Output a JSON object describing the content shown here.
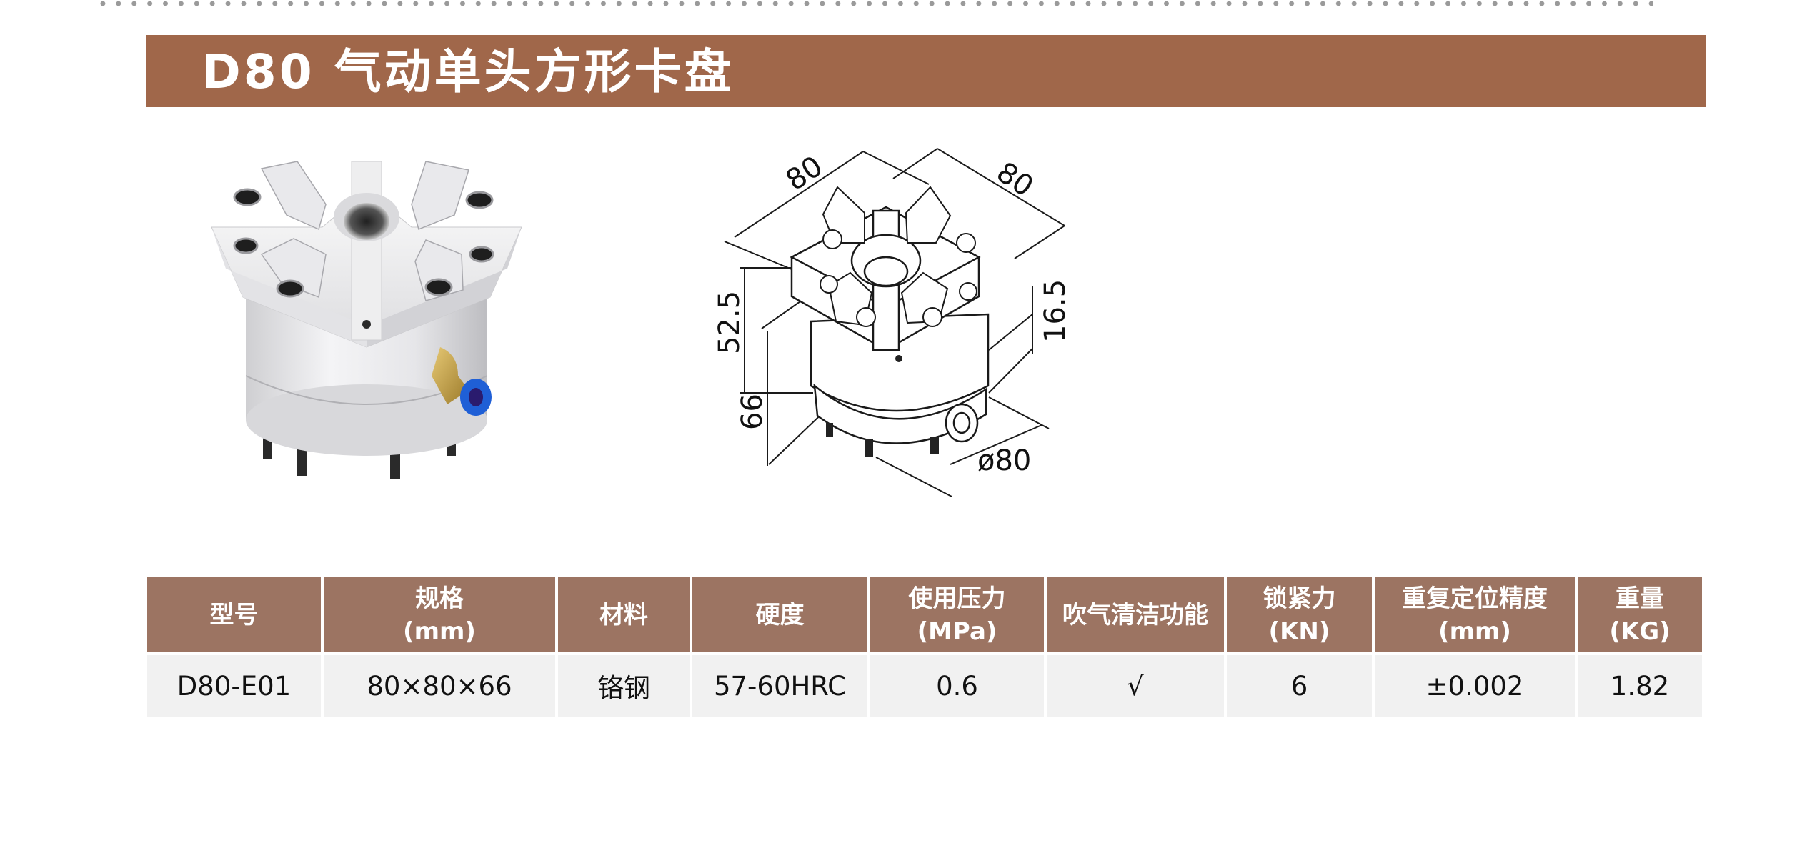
{
  "header": {
    "title": "D80  气动单头方形卡盘",
    "band_color": "#A0674A"
  },
  "images": {
    "photo": {
      "name": "product-photo",
      "alt": "D80 pneumatic single-head square chuck (photo)"
    },
    "drawing": {
      "name": "dimension-drawing",
      "dimensions": {
        "width_left": "80",
        "width_right": "80",
        "height_total": "52.5",
        "height_body": "66",
        "flange_height": "16.5",
        "diameter": "ø80"
      }
    }
  },
  "table": {
    "header_color": "#9C7462",
    "columns": [
      {
        "line1": "型号",
        "line2": ""
      },
      {
        "line1": "规格",
        "line2": "(mm)"
      },
      {
        "line1": "材料",
        "line2": ""
      },
      {
        "line1": "硬度",
        "line2": ""
      },
      {
        "line1": "使用压力",
        "line2": "(MPa)"
      },
      {
        "line1": "吹气清洁功能",
        "line2": ""
      },
      {
        "line1": "锁紧力",
        "line2": "(KN)"
      },
      {
        "line1": "重复定位精度",
        "line2": "(mm)"
      },
      {
        "line1": "重量",
        "line2": "(KG)"
      }
    ],
    "rows": [
      [
        "D80-E01",
        "80×80×66",
        "铬钢",
        "57-60HRC",
        "0.6",
        "√",
        "6",
        "±0.002",
        "1.82"
      ]
    ]
  }
}
